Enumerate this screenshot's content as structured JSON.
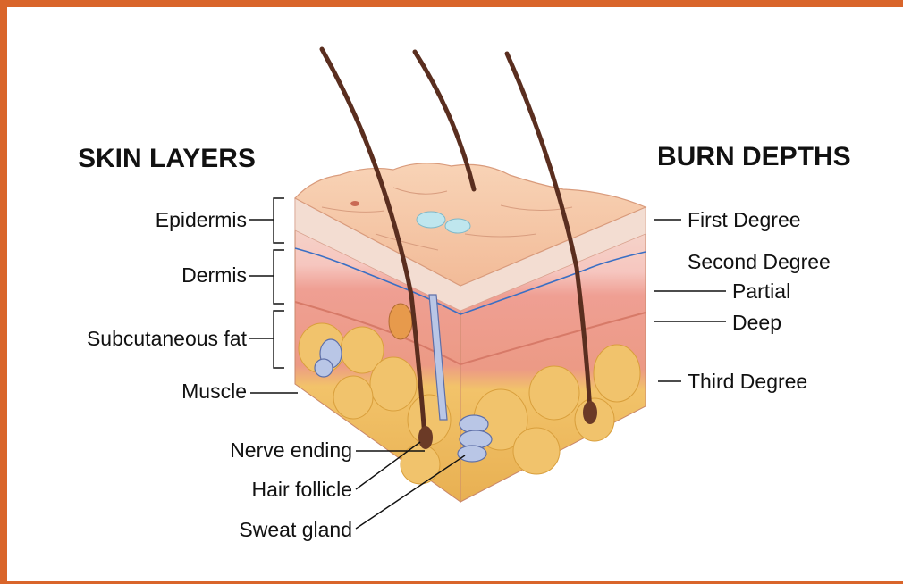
{
  "diagram": {
    "left_heading": "SKIN LAYERS",
    "right_heading": "BURN DEPTHS",
    "skin_layers": [
      "Epidermis",
      "Dermis",
      "Subcutaneous fat",
      "Muscle"
    ],
    "structures": [
      "Nerve ending",
      "Hair follicle",
      "Sweat gland"
    ],
    "burn_depths": {
      "first": "First Degree",
      "second": "Second Degree",
      "partial": "Partial",
      "deep": "Deep",
      "third": "Third Degree"
    }
  },
  "colors": {
    "frame_border": "#d9652a",
    "epidermis_surface": "#f6c9a9",
    "dermis": "#f2a795",
    "fat": "#f0c466",
    "muscle_base": "#e8a15c",
    "hair": "#5a2e1f"
  }
}
